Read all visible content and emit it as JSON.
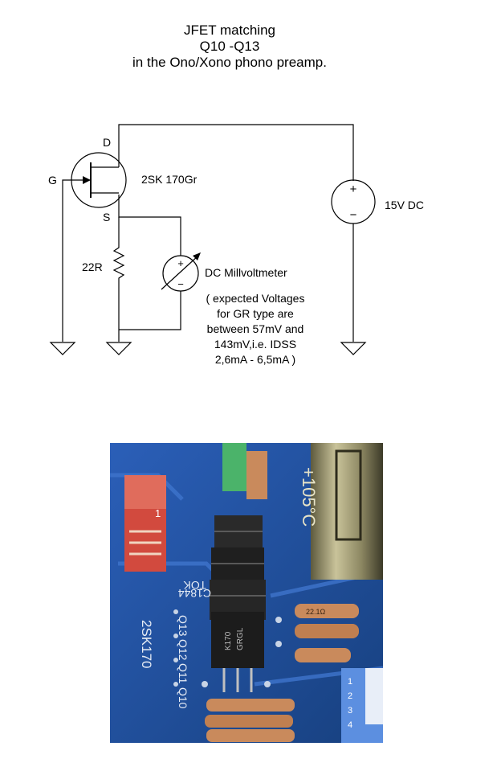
{
  "title": {
    "line1": "JFET matching",
    "line2": "Q10 -Q13",
    "line3": "in the Ono/Xono phono preamp."
  },
  "schematic": {
    "drain_label": "D",
    "gate_label": "G",
    "source_label": "S",
    "jfet_label": "2SK 170Gr",
    "supply_label": "15V DC",
    "supply_plus": "+",
    "supply_minus": "−",
    "resistor_label": "22R",
    "meter_label": "DC Millvoltmeter",
    "meter_plus": "+",
    "meter_minus": "−",
    "note_lines": [
      "( expected Voltages",
      "for GR type are",
      "between 57mV and",
      "143mV,i.e. IDSS",
      "2,6mA - 6,5mA )"
    ]
  },
  "photo": {
    "pcb_labels": [
      "Q13",
      "Q12",
      "Q11",
      "Q10",
      "C1844",
      "2SK170",
      "TOK"
    ],
    "cap_text": "+105°C",
    "red_cap_text": "1",
    "jfet_marking": [
      "K170",
      "GRGL"
    ],
    "resistor_text": "22.1Ω",
    "strip_numbers": [
      "1",
      "2",
      "3",
      "4"
    ],
    "colors": {
      "pcb": "#1f4fa0",
      "red_cap": "#d24a3e",
      "green_clip": "#4bb36a",
      "electrolytic": "#a8a37c",
      "resistor": "#c98a5c"
    }
  }
}
